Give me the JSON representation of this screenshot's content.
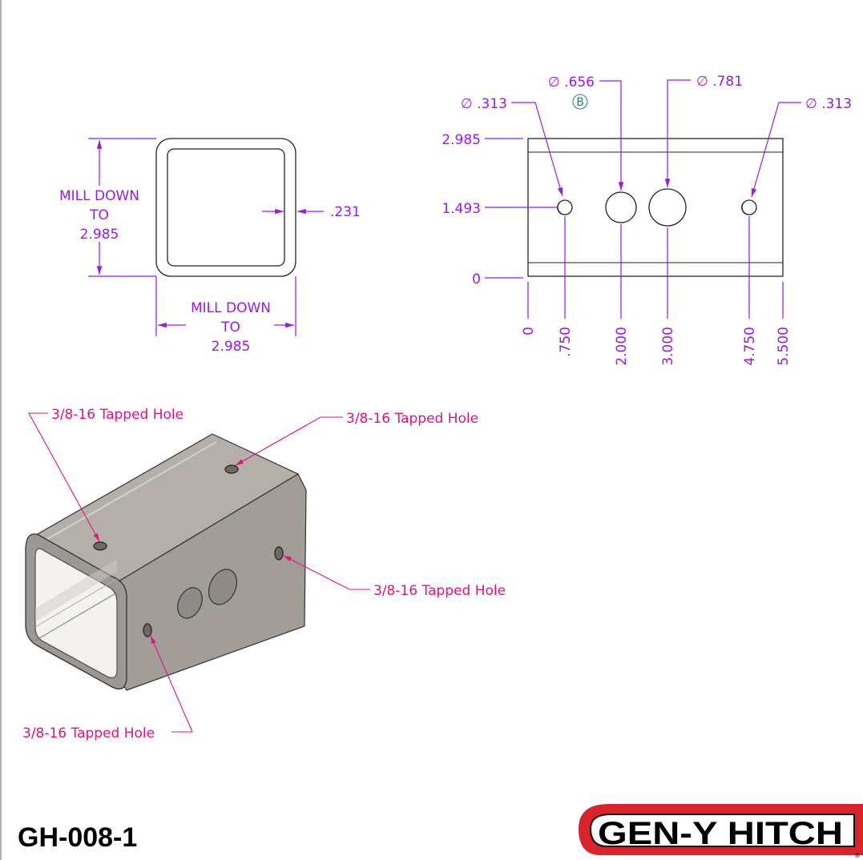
{
  "section_view": {
    "left_note": [
      "MILL DOWN",
      "TO",
      "2.985"
    ],
    "bottom_note": [
      "MILL DOWN",
      "TO",
      "2.985"
    ],
    "wall_thickness": ".231"
  },
  "front_view": {
    "hole_callouts": [
      "∅ .313",
      "∅ .656",
      "∅ .781",
      "∅ .313"
    ],
    "datum_label": "B",
    "vertical_dims": [
      "2.985",
      "1.493",
      "0"
    ],
    "horizontal_dims": [
      "0",
      ".750",
      "2.000",
      "3.000",
      "4.750",
      "5.500"
    ]
  },
  "iso_view": {
    "callouts": [
      "3/8-16 Tapped Hole",
      "3/8-16 Tapped Hole",
      "3/8-16 Tapped Hole",
      "3/8-16 Tapped Hole"
    ]
  },
  "part_number": "GH-008-1",
  "logo": {
    "text": "GEN-Y HITCH",
    "accent": "#d8232a",
    "registered": "®"
  },
  "colors": {
    "dimension": "#9b19e6",
    "callout": "#e0137f",
    "datum": "#1d8f6a",
    "part_face": "#a9a39d"
  }
}
